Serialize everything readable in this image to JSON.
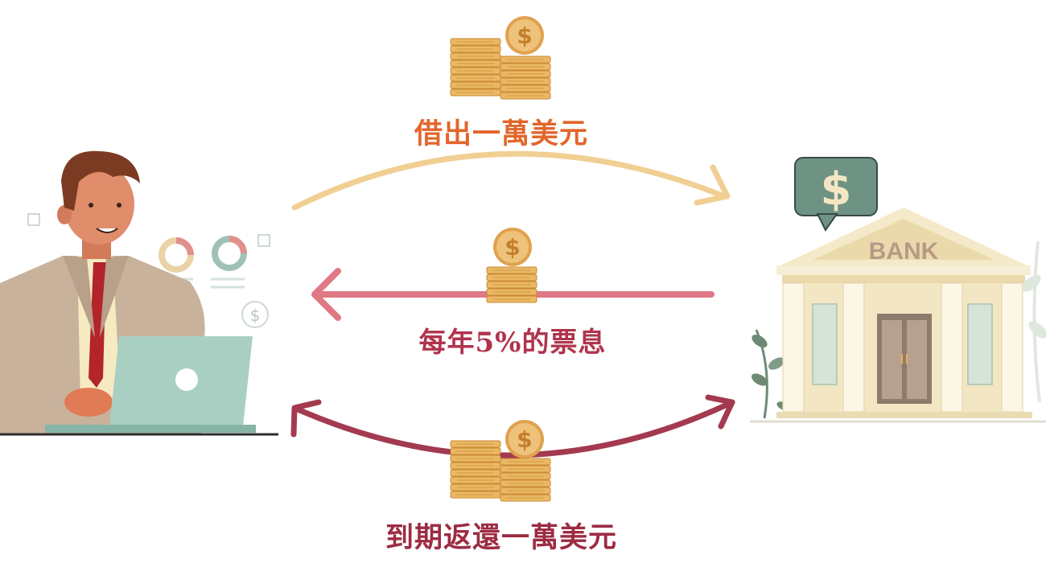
{
  "labels": {
    "borrow": "借出一萬美元",
    "coupon": "每年5%的票息",
    "repay": "到期返還一萬美元"
  },
  "bank": {
    "sign": "BANK",
    "bubble_symbol": "$"
  },
  "coin_symbol": "$",
  "icons": [
    "coin-stack-icon",
    "dollar-coin-icon",
    "bank-building-icon",
    "investor-figure",
    "laptop-icon",
    "arrow-right-icon",
    "arrow-left-icon",
    "double-arrow-icon"
  ],
  "colors": {
    "borrow_text": "#e2662b",
    "coupon_text": "#b0334c",
    "repay_text": "#9c2c43",
    "arrow_borrow": "#f1cf93",
    "arrow_coupon": "#e07885",
    "arrow_repay": "#a33a4f",
    "coin": "#e7b25d",
    "coin_dark": "#c98a35",
    "bank_body": "#f3e7c3",
    "bank_green": "#6e9384"
  }
}
